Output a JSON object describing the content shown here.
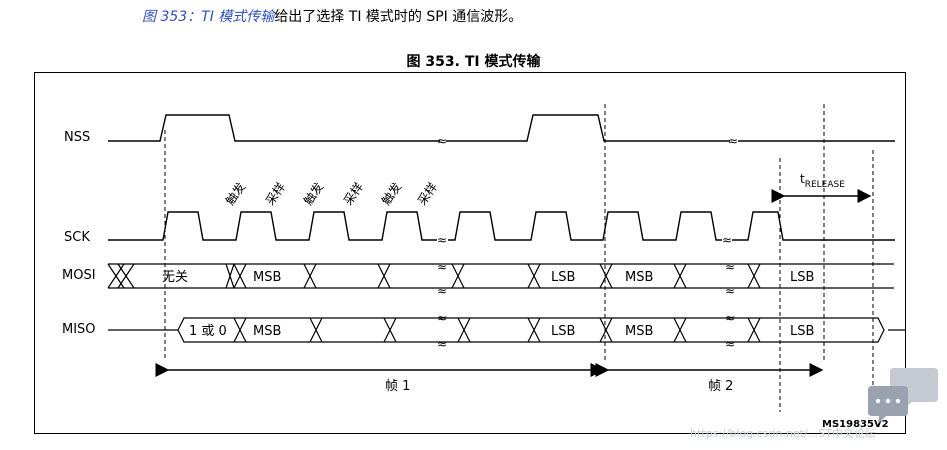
{
  "intro": {
    "ref": "图 353：TI 模式传输",
    "text": "给出了选择 TI 模式时的 SPI 通信波形。"
  },
  "figure": {
    "title": "图 353. TI 模式传输",
    "signals": {
      "nss": "NSS",
      "sck": "SCK",
      "mosi": "MOSI",
      "miso": "MISO"
    },
    "edge_labels": [
      "触发",
      "采样",
      "触发",
      "采样",
      "触发",
      "采样"
    ],
    "mosi_cells": [
      "无关",
      "MSB",
      "LSB",
      "MSB",
      "LSB"
    ],
    "miso_cells": [
      "1 或 0",
      "MSB",
      "LSB",
      "MSB",
      "LSB"
    ],
    "t_release": {
      "t": "t",
      "sub": "RELEASE"
    },
    "frames": [
      "帧 1",
      "帧 2"
    ],
    "code": "MS19835V2"
  },
  "watermark": "https://blog.csdn.net/...ST中文论坛",
  "colors": {
    "link": "#2b4fbf",
    "line": "#000000"
  }
}
